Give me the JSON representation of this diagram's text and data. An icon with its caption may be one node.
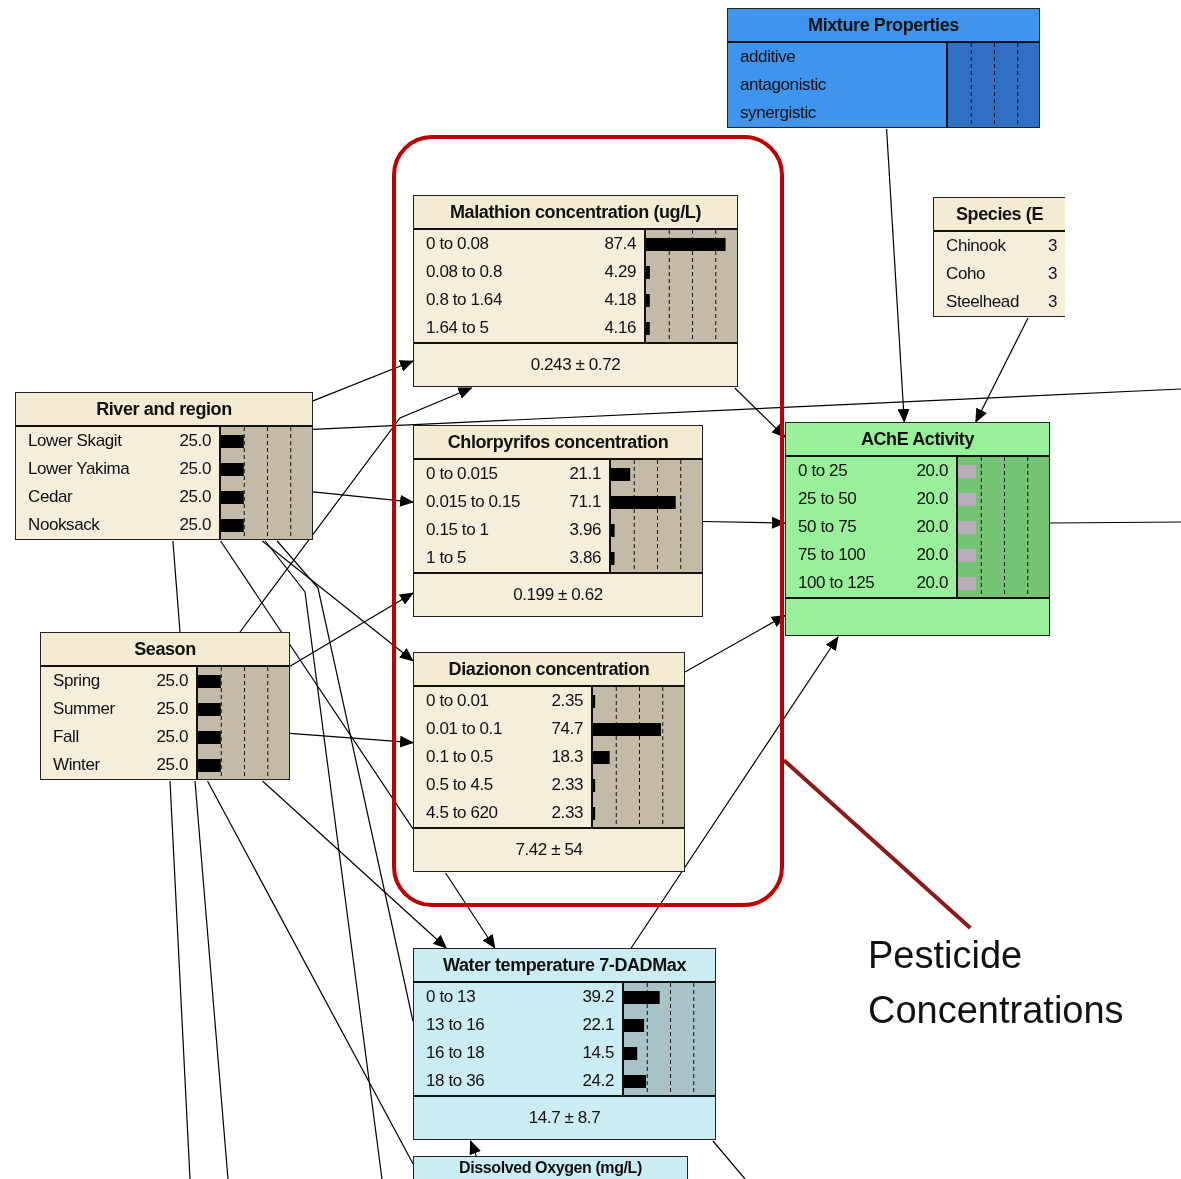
{
  "diagram": {
    "nodes": [
      {
        "text": [
          "Mixture Properties",
          "additive",
          "antagonistic",
          "synergistic"
        ]
      },
      {
        "text": [],
        "shape": "box"
      },
      {
        "text": [
          "Malathion concentration (ug/L)",
          "0 to 0.08",
          "87.4",
          "0.08 to 0.8",
          "4.29",
          "0.8 to 1.64",
          "4.18",
          "1.64 to 5",
          "4.16",
          "0.243 ± 0.72"
        ],
        "in": 1
      },
      {
        "text": [
          "Species (E",
          "Chinook",
          "3",
          "Coho",
          "3",
          "Steelhead",
          "3"
        ]
      },
      {
        "text": [
          "River and region",
          "Lower Skagit",
          "25.0",
          "Lower Yakima",
          "25.0",
          "Cedar",
          "25.0",
          "Nooksack",
          "25.0"
        ]
      },
      {
        "text": [
          "Chlorpyrifos concentration",
          "0 to 0.015",
          "21.1",
          "0.015 to 0.15",
          "71.1",
          "0.15 to 1",
          "3.96",
          "1 to 5",
          "3.86",
          "0.199 ± 0.62"
        ],
        "in": 1
      },
      {
        "text": [
          "AChE Activity",
          "0 to 25",
          "20.0",
          "25 to 50",
          "20.0",
          "50 to 75",
          "20.0",
          "75 to 100",
          "20.0",
          "100 to 125",
          "20.0"
        ]
      },
      {
        "text": [
          "Season",
          "Spring",
          "25.0",
          "Summer",
          "25.0",
          "Fall",
          "25.0",
          "Winter",
          "25.0"
        ]
      },
      {
        "text": [
          "Diazionon concentration",
          "0 to 0.01",
          "2.35",
          "0.01 to 0.1",
          "74.7",
          "0.1 to 0.5",
          "18.3",
          "0.5 to 4.5",
          "2.33",
          "4.5 to 620",
          "2.33",
          "7.42 ± 54"
        ],
        "in": 1
      },
      {
        "text": [
          "Pesticide Concentrations"
        ]
      },
      {
        "text": [
          "Water temperature 7-DADMax",
          "0 to 13",
          "39.2",
          "13 to 16",
          "22.1",
          "16 to 18",
          "14.5",
          "18 to 36",
          "24.2",
          "14.7 ± 8.7"
        ]
      },
      {
        "text": [
          "Dissolved Oxygen (mg/L)"
        ]
      }
    ],
    "edges": [
      {
        "from": 4,
        "to": 2,
        "arrow": "to"
      },
      {
        "from": 4,
        "to": null,
        "arrow": "none"
      },
      {
        "from": 4,
        "to": 5,
        "arrow": "to"
      },
      {
        "from": 4,
        "to": 8,
        "arrow": "to"
      },
      {
        "from": 4,
        "to": 7,
        "arrow": "none"
      },
      {
        "from": 4,
        "to": 8,
        "arrow": "none"
      },
      {
        "from": 4,
        "to": null,
        "arrow": "none"
      },
      {
        "from": 4,
        "to": 10,
        "arrow": "none"
      },
      {
        "from": 7,
        "to": 2,
        "arrow": "to"
      },
      {
        "from": 7,
        "to": 5,
        "arrow": "to"
      },
      {
        "from": 7,
        "to": 8,
        "arrow": "to"
      },
      {
        "from": 7,
        "to": 10,
        "arrow": "to"
      },
      {
        "from": 7,
        "to": null,
        "arrow": "none"
      },
      {
        "from": 7,
        "to": null,
        "arrow": "none"
      },
      {
        "from": 7,
        "to": 11,
        "arrow": "none"
      },
      {
        "from": 2,
        "to": 6,
        "arrow": "to"
      },
      {
        "from": 5,
        "to": 6,
        "arrow": "to"
      },
      {
        "from": 8,
        "to": 6,
        "arrow": "to"
      },
      {
        "from": 8,
        "to": 10,
        "arrow": "to"
      },
      {
        "from": 10,
        "to": 6,
        "arrow": "to"
      },
      {
        "from": 0,
        "to": 6,
        "arrow": "to"
      },
      {
        "from": 3,
        "to": 6,
        "arrow": "to"
      },
      {
        "from": 6,
        "to": null,
        "arrow": "none"
      },
      {
        "from": 11,
        "to": 10,
        "arrow": "to"
      },
      {
        "from": 10,
        "to": null,
        "arrow": "none"
      },
      {
        "from": 9,
        "to": 1,
        "arrow": "none",
        "style": "thick",
        "color": "#8b1a1a"
      }
    ]
  }
}
